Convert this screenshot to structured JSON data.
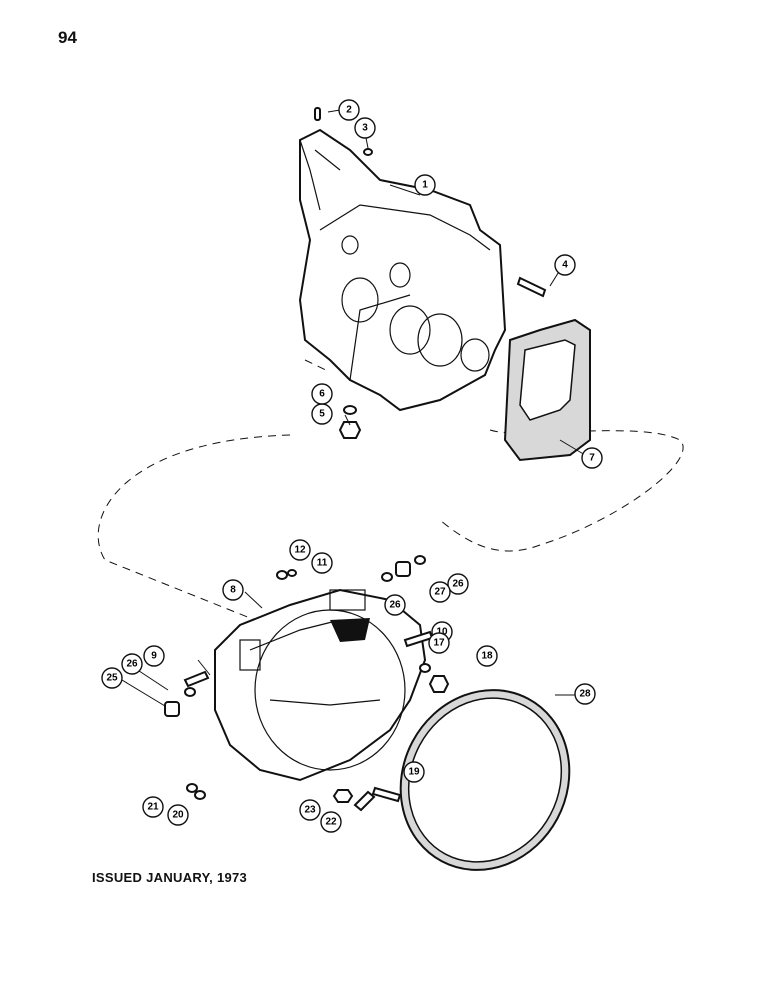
{
  "page": {
    "number": "94",
    "issued": "ISSUED JANUARY, 1973"
  },
  "callouts": [
    {
      "id": "c1",
      "label": "1"
    },
    {
      "id": "c2",
      "label": "2"
    },
    {
      "id": "c3",
      "label": "3"
    },
    {
      "id": "c4",
      "label": "4"
    },
    {
      "id": "c5",
      "label": "5"
    },
    {
      "id": "c6",
      "label": "6"
    },
    {
      "id": "c7",
      "label": "7"
    },
    {
      "id": "c8",
      "label": "8"
    },
    {
      "id": "c9",
      "label": "9"
    },
    {
      "id": "c10",
      "label": "10"
    },
    {
      "id": "c11",
      "label": "11"
    },
    {
      "id": "c12",
      "label": "12"
    },
    {
      "id": "c17",
      "label": "17"
    },
    {
      "id": "c18",
      "label": "18"
    },
    {
      "id": "c19",
      "label": "19"
    },
    {
      "id": "c20",
      "label": "20"
    },
    {
      "id": "c21",
      "label": "21"
    },
    {
      "id": "c22",
      "label": "22"
    },
    {
      "id": "c23",
      "label": "23"
    },
    {
      "id": "c25",
      "label": "25"
    },
    {
      "id": "c26a",
      "label": "26"
    },
    {
      "id": "c26b",
      "label": "26"
    },
    {
      "id": "c26c",
      "label": "26"
    },
    {
      "id": "c27",
      "label": "27"
    },
    {
      "id": "c28",
      "label": "28"
    }
  ]
}
